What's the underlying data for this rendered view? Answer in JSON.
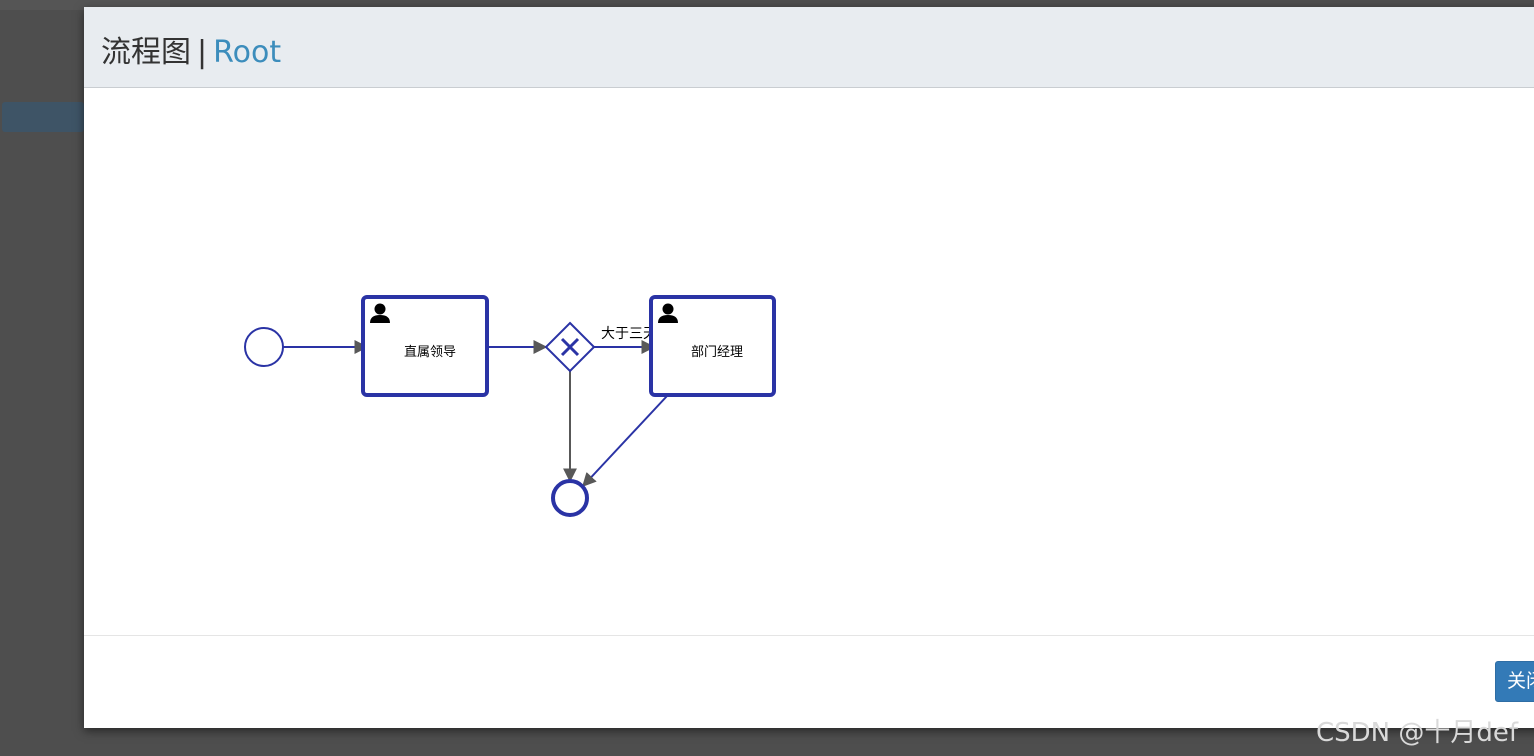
{
  "modal": {
    "title": "流程图",
    "separator": "|",
    "subtitle": "Root",
    "close_label": "关闭"
  },
  "diagram": {
    "tasks": [
      {
        "label": "直属领导",
        "icon": "user-icon"
      },
      {
        "label": "部门经理",
        "icon": "user-icon"
      }
    ],
    "gateway_label": "大于三天",
    "gateway_type": "exclusive-gateway"
  },
  "watermark": "CSDN @十月def",
  "colors": {
    "bpmn_stroke": "#2a33a5",
    "flow_gray": "#585858",
    "header_bg": "#e8ecf0",
    "accent": "#3c8dbc",
    "button": "#337ab7"
  }
}
